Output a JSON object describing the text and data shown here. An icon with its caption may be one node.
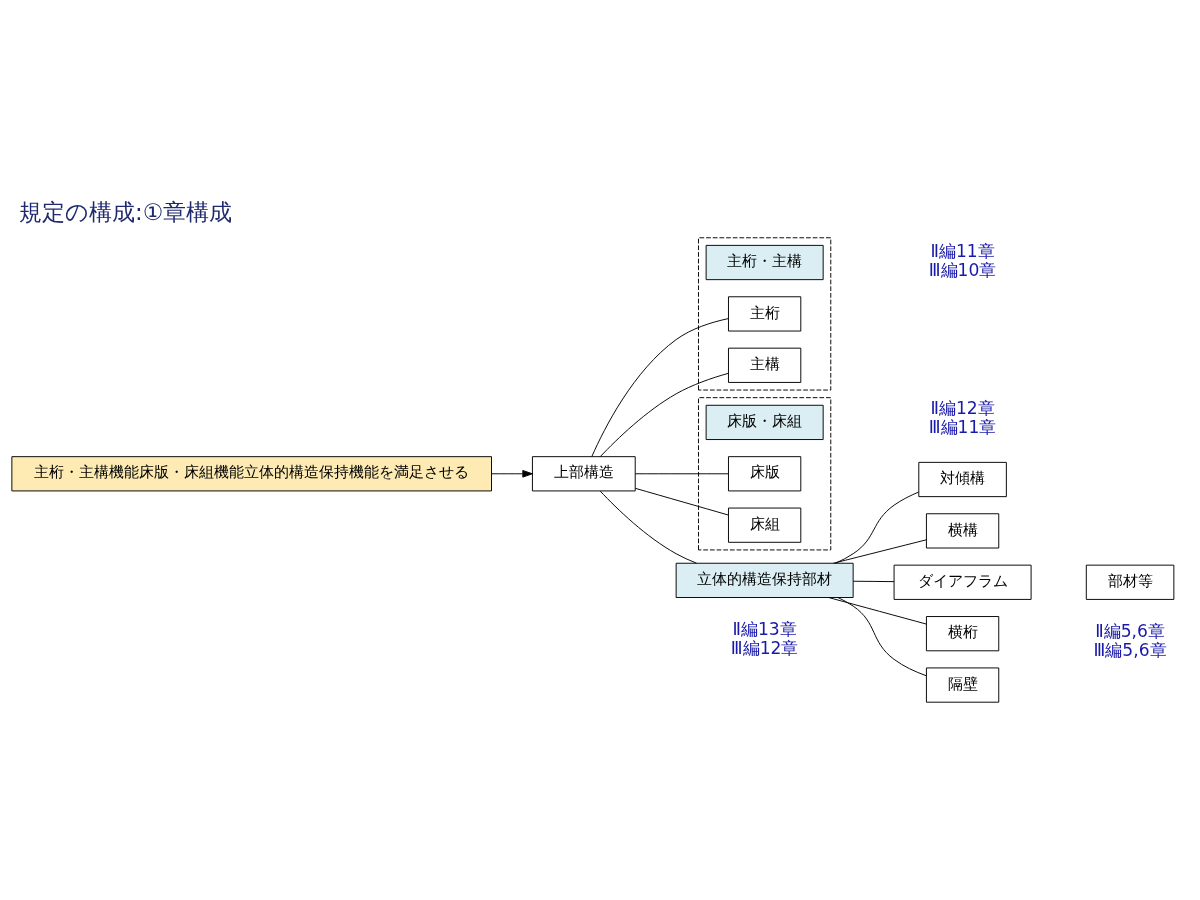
{
  "diagram": {
    "title": "規定の構成:①章構成",
    "nodes": [
      {
        "text": [
          "上部構造"
        ]
      },
      {
        "text": [],
        "shape": "box"
      },
      {
        "text": [
          "主桁・主構"
        ],
        "in": 1,
        "beside": [
          "Ⅱ編11章",
          "Ⅲ編10章"
        ]
      },
      {
        "text": [
          "主桁"
        ],
        "in": 1
      },
      {
        "text": [
          "主構"
        ],
        "in": 1
      },
      {
        "text": [],
        "shape": "box"
      },
      {
        "text": [
          "床版・床組"
        ],
        "in": 5,
        "beside": [
          "Ⅱ編12章",
          "Ⅲ編11章"
        ]
      },
      {
        "text": [
          "床版"
        ],
        "in": 5
      },
      {
        "text": [
          "床組"
        ],
        "in": 5
      },
      {
        "text": [
          "立体的構造保持部材"
        ],
        "beside": [
          "Ⅱ編13章",
          "Ⅲ編12章"
        ]
      },
      {
        "text": [
          "対傾構"
        ]
      },
      {
        "text": [
          "横構"
        ]
      },
      {
        "text": [
          "ダイアフラム"
        ]
      },
      {
        "text": [
          "横桁"
        ]
      },
      {
        "text": [
          "隔壁"
        ]
      },
      {
        "text": [
          "部材等"
        ],
        "beside": [
          "Ⅱ編5,6章",
          "Ⅲ編5,6章"
        ]
      },
      {
        "text": [
          "主桁・主構機能床版・床組機能立体的構造保持機能を満足させる"
        ]
      }
    ],
    "edges": [
      {
        "from": 0,
        "to": 3,
        "arrow": "none"
      },
      {
        "from": 0,
        "to": 4,
        "arrow": "none"
      },
      {
        "from": 0,
        "to": 7,
        "arrow": "none"
      },
      {
        "from": 0,
        "to": 8,
        "arrow": "none"
      },
      {
        "from": 0,
        "to": 9,
        "arrow": "none"
      },
      {
        "from": 9,
        "to": 10,
        "arrow": "none"
      },
      {
        "from": 9,
        "to": 11,
        "arrow": "none"
      },
      {
        "from": 9,
        "to": 12,
        "arrow": "none"
      },
      {
        "from": 9,
        "to": 13,
        "arrow": "none"
      },
      {
        "from": 9,
        "to": 14,
        "arrow": "none"
      },
      {
        "from": 16,
        "to": 0,
        "arrow": "to"
      }
    ]
  }
}
